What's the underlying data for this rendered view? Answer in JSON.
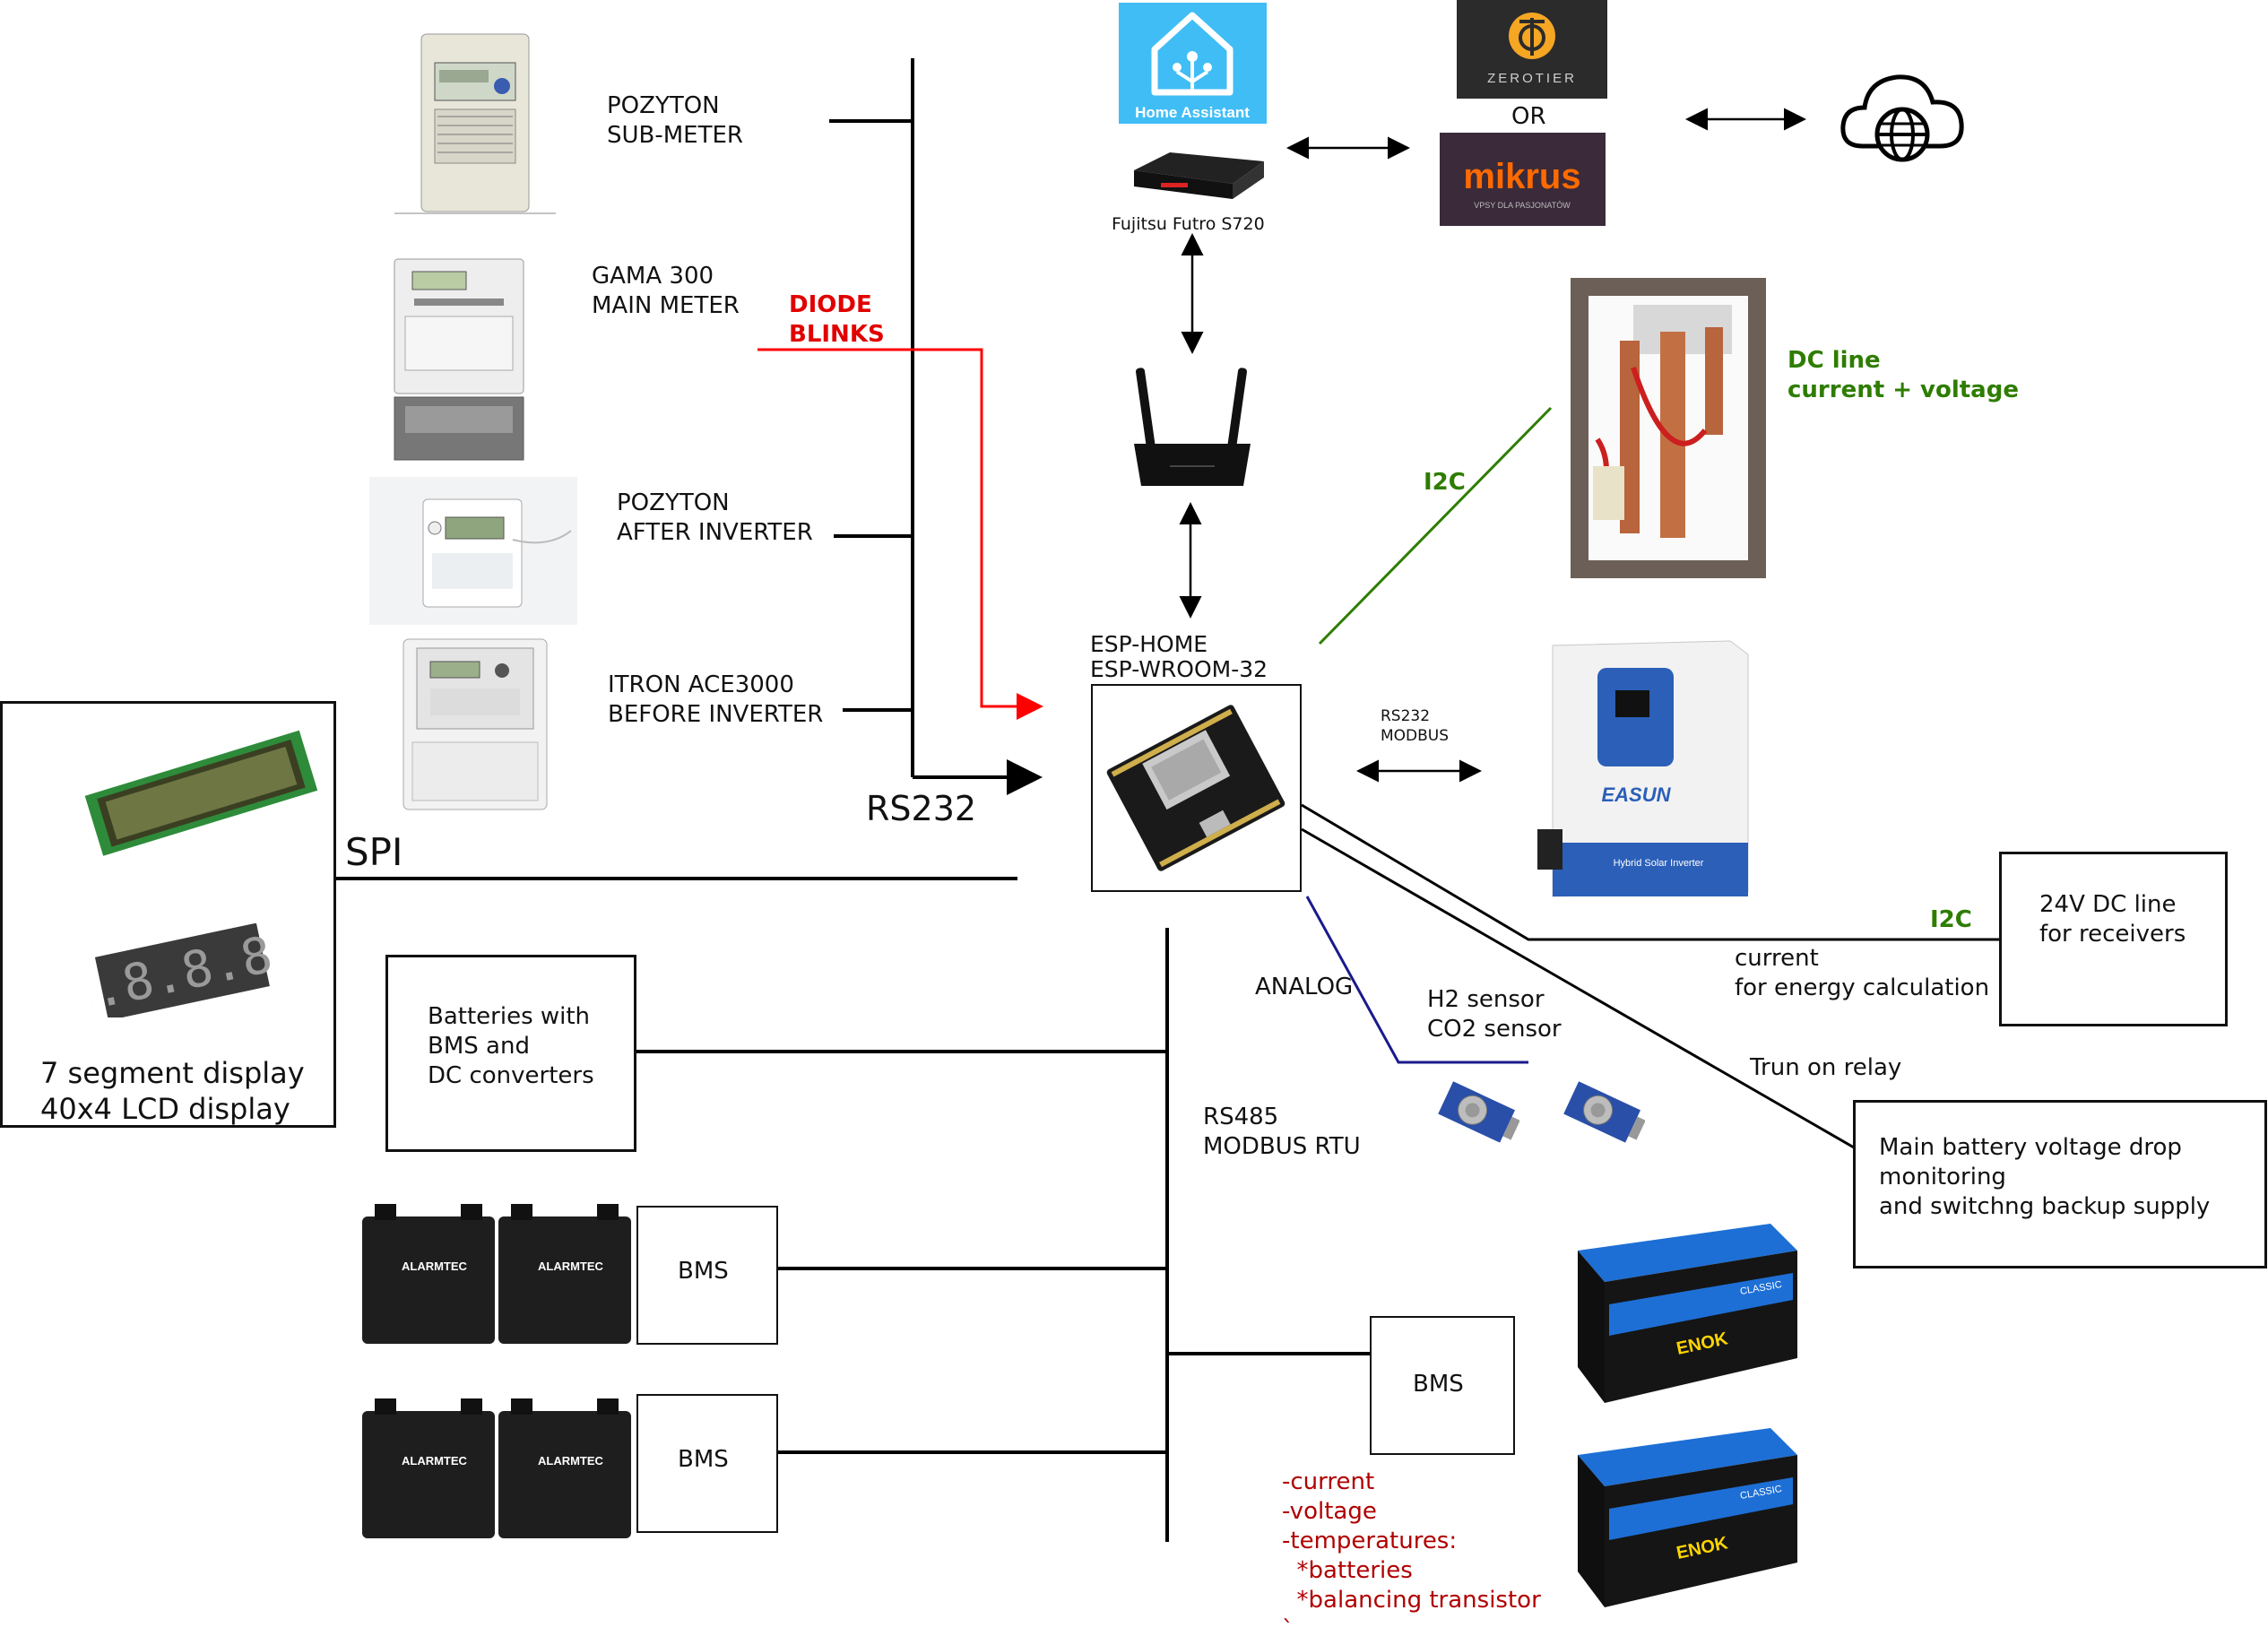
{
  "colors": {
    "wire": "#000000",
    "diode_line": "#ff0000",
    "i2c_line": "#2e7d00",
    "analog_line": "#1a1a8c",
    "ha_blue": "#41bdf5",
    "zerotier_bg": "#2b2b2b",
    "zerotier_accent": "#f5a623",
    "mikrus_bg": "#3a2a3a",
    "mikrus_accent": "#ff6a00",
    "battery_blue": "#1d6fd6",
    "inverter_blue": "#2b5fb8"
  },
  "meters": {
    "pozyton_sub": "POZYTON\nSUB-METER",
    "gama_main": "GAMA 300\nMAIN METER",
    "pozyton_after": "POZYTON\nAFTER INVERTER",
    "itron_before": "ITRON ACE3000\nBEFORE INVERTER"
  },
  "diode_blinks": "DIODE\nBLINKS",
  "rs232_bus_label": "RS232",
  "spi_label": "SPI",
  "display_box": {
    "label": "7 segment display\n40x4 LCD display",
    "seg_digits": "8.8.8.8."
  },
  "home_assistant_label": "Home Assistant",
  "fujitsu_label": "Fujitsu Futro S720",
  "zerotier_label": "ZEROTIER",
  "or_label": "OR",
  "mikrus_logo": "mikrus",
  "mikrus_sub": "VPSY DLA PASJONATÓW",
  "esp_title": "ESP-HOME\nESP-WROOM-32",
  "i2c_dc_label": "I2C",
  "dc_line_label": "DC line\ncurrent + voltage",
  "inverter_link_label": "RS232\nMODBUS",
  "inverter_brand": "EASUN",
  "inverter_text": "Hybrid Solar Inverter",
  "i2c_24v_label": "I2C",
  "dc24_box": "24V DC line\nfor receivers",
  "current_energy_label": "current\nfor energy calculation",
  "relay_label": "Trun on relay",
  "main_battery_box": "Main battery voltage drop\nmonitoring\nand switchng backup supply",
  "analog_label": "ANALOG",
  "sensors_label": "H2 sensor\nCO2 sensor",
  "batteries_box": "Batteries with\nBMS and\nDC converters",
  "rs485_label": "RS485\nMODBUS RTU",
  "bms1": "BMS",
  "bms2": "BMS",
  "bms3": "BMS",
  "alarmtec": "ALARMTEC",
  "bms_params": "-current\n-voltage\n-temperatures:\n  *batteries\n  *balancing transistor\n`",
  "enok_brand": "ENOK",
  "classic": "CLASSIC"
}
